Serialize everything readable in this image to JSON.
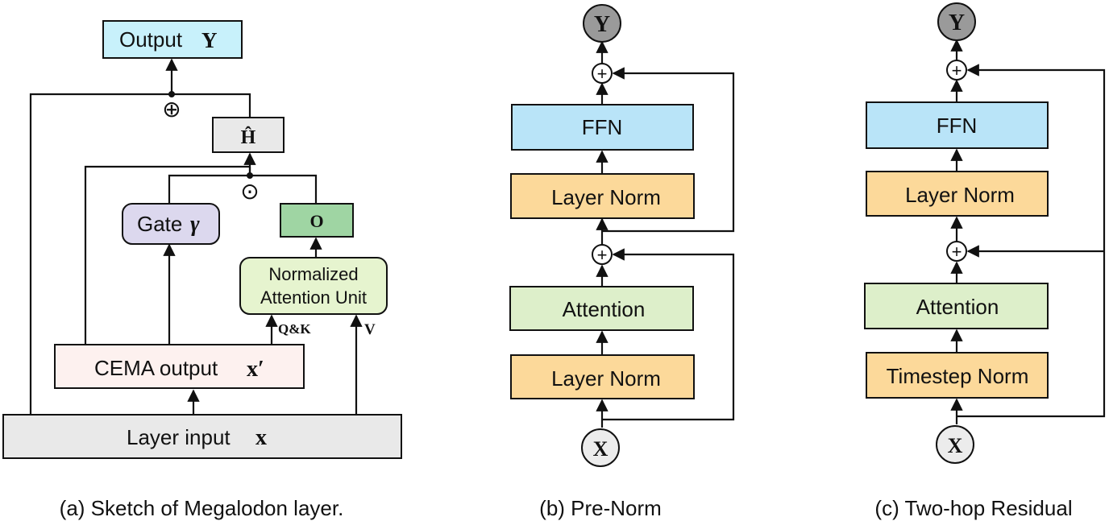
{
  "panel_a": {
    "output_prefix": "Output",
    "output_symbol": "Y",
    "plus": "⊕",
    "h_hat": "Ĥ",
    "odot": "⊙",
    "gate_prefix": "Gate",
    "gate_symbol": "γ",
    "o_label": "O",
    "nau_line1": "Normalized",
    "nau_line2": "Attention Unit",
    "qk_label": "Q&K",
    "v_label": "V",
    "cema_prefix": "CEMA output",
    "cema_symbol": "x′",
    "input_prefix": "Layer input",
    "input_symbol": "x",
    "caption": "(a) Sketch of Megalodon layer."
  },
  "panel_b": {
    "y_label": "Y",
    "plus": "+",
    "ffn": "FFN",
    "norm_top": "Layer Norm",
    "attention": "Attention",
    "norm_bottom": "Layer Norm",
    "x_label": "X",
    "caption": "(b) Pre-Norm"
  },
  "panel_c": {
    "y_label": "Y",
    "plus": "+",
    "ffn": "FFN",
    "norm_top": "Layer Norm",
    "attention": "Attention",
    "norm_bottom": "Timestep Norm",
    "x_label": "X",
    "caption": "(c) Two-hop Residual"
  },
  "colors": {
    "cyan": "#c8f1fb",
    "lavender": "#dcd8ee",
    "green_dark": "#9fd5a3",
    "green_light": "#e6f4cf",
    "pink": "#fdf1ef",
    "gray_box": "#e9e9e9",
    "orange": "#fcd99a",
    "blue": "#b9e4f8",
    "attn_green": "#ddefca",
    "circle_gray": "#9a9a9a",
    "circle_light": "#ececec"
  }
}
